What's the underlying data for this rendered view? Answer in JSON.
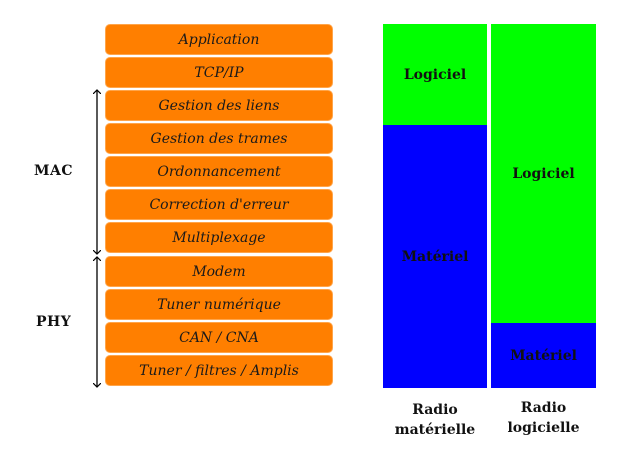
{
  "stack": {
    "layers": [
      "Application",
      "TCP/IP",
      "Gestion des liens",
      "Gestion des trames",
      "Ordonnancement",
      "Correction d'erreur",
      "Multiplexage",
      "Modem",
      "Tuner numérique",
      "CAN / CNA",
      "Tuner / filtres / Amplis"
    ],
    "mac_label": "MAC",
    "phy_label": "PHY"
  },
  "comparison": {
    "hardware_radio": {
      "software_label": "Logiciel",
      "hardware_label": "Matériel",
      "caption_line1": "Radio",
      "caption_line2": "matérielle"
    },
    "software_radio": {
      "software_label": "Logiciel",
      "hardware_label": "Matériel",
      "caption_line1": "Radio",
      "caption_line2": "logicielle"
    }
  },
  "colors": {
    "layer": "#ff7f00",
    "software": "#00ff00",
    "hardware": "#0000ff"
  }
}
